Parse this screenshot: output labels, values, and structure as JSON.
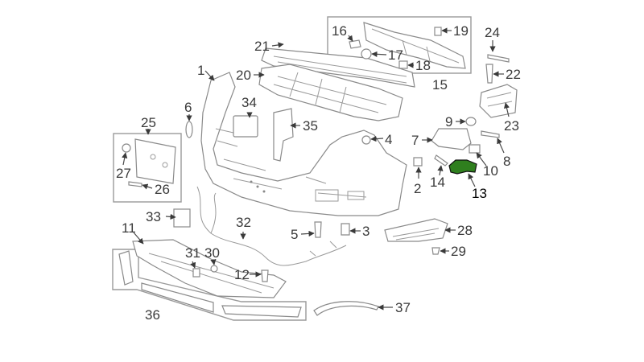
{
  "diagram": {
    "highlight_color": "#2f7f1e",
    "highlighted_part": "13",
    "callouts": [
      "1",
      "2",
      "3",
      "4",
      "5",
      "6",
      "7",
      "8",
      "9",
      "10",
      "11",
      "12",
      "13",
      "14",
      "15",
      "16",
      "17",
      "18",
      "19",
      "20",
      "21",
      "22",
      "23",
      "24",
      "25",
      "26",
      "27",
      "28",
      "29",
      "30",
      "31",
      "32",
      "33",
      "34",
      "35",
      "36",
      "37"
    ]
  }
}
